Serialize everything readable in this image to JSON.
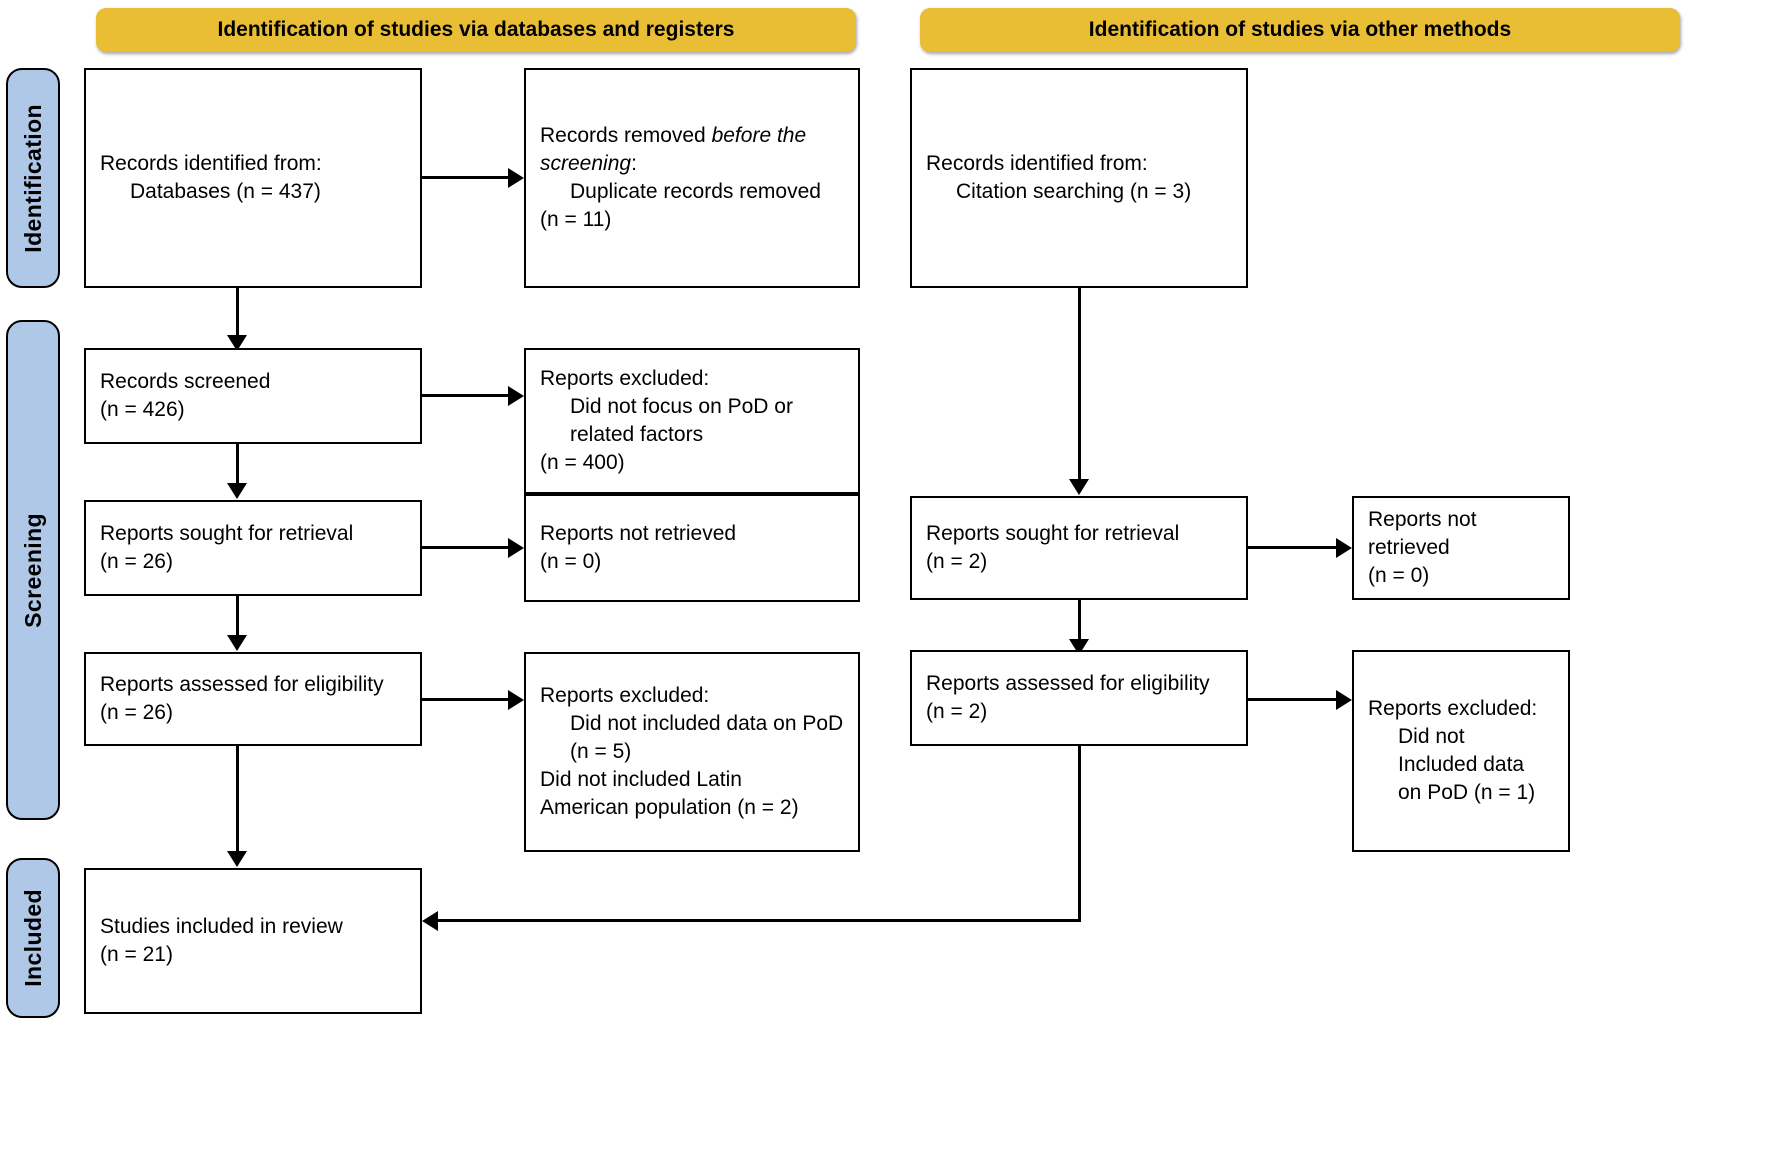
{
  "diagram": {
    "title": "PRISMA 2020 flow diagram",
    "colors": {
      "header_yellow": "#E9BE35",
      "phase_blue": "#AFC8E8",
      "border_black": "#000000",
      "background": "#FFFFFF"
    }
  },
  "phases": [
    {
      "id": "identification",
      "label": "Identification"
    },
    {
      "id": "screening",
      "label": "Screening"
    },
    {
      "id": "included",
      "label": "Included"
    }
  ],
  "section_headers": [
    {
      "id": "databases",
      "label": "Identification of studies via databases and registers"
    },
    {
      "id": "other-methods",
      "label": "Identification of studies via other methods"
    }
  ],
  "boxes": {
    "records_identified_databases": {
      "lines": [
        {
          "text": "Records identified from:",
          "indent": false
        },
        {
          "text": "Databases (n = 437)",
          "indent": true
        }
      ]
    },
    "records_removed_before_screening": {
      "lines": [
        {
          "text": "Records removed ",
          "indent": false,
          "italic_tail": "before the"
        },
        {
          "text": "",
          "indent": false,
          "italic_head": "screening",
          "tail": ":"
        },
        {
          "text": "Duplicate records removed",
          "indent": true
        },
        {
          "text": "(n = 11)",
          "indent": false
        }
      ]
    },
    "records_identified_other": {
      "lines": [
        {
          "text": "Records identified from:",
          "indent": false
        },
        {
          "text": "Citation searching (n = 3)",
          "indent": true
        }
      ]
    },
    "records_screened": {
      "lines": [
        {
          "text": "Records screened",
          "indent": false
        },
        {
          "text": "(n = 426)",
          "indent": false
        }
      ]
    },
    "reports_excluded_screening": {
      "lines": [
        {
          "text": "Reports excluded:",
          "indent": false
        },
        {
          "text": "Did not focus on PoD or",
          "indent": true
        },
        {
          "text": "related factors",
          "indent": true
        },
        {
          "text": "(n = 400)",
          "indent": false
        }
      ]
    },
    "reports_sought_left": {
      "lines": [
        {
          "text": "Reports sought for retrieval",
          "indent": false
        },
        {
          "text": "(n = 26)",
          "indent": false
        }
      ]
    },
    "reports_not_retrieved_left": {
      "lines": [
        {
          "text": "Reports not retrieved",
          "indent": false
        },
        {
          "text": "(n = 0)",
          "indent": false
        }
      ]
    },
    "reports_sought_right": {
      "lines": [
        {
          "text": "Reports sought for retrieval",
          "indent": false
        },
        {
          "text": "(n = 2)",
          "indent": false
        }
      ]
    },
    "reports_not_retrieved_right": {
      "lines": [
        {
          "text": "Reports not",
          "indent": false
        },
        {
          "text": "retrieved",
          "indent": false
        },
        {
          "text": "(n = 0)",
          "indent": false
        }
      ]
    },
    "reports_assessed_left": {
      "lines": [
        {
          "text": "Reports assessed for eligibility",
          "indent": false
        },
        {
          "text": "(n = 26)",
          "indent": false
        }
      ]
    },
    "reports_excluded_left": {
      "lines": [
        {
          "text": "Reports excluded:",
          "indent": false
        },
        {
          "text": "Did not included data on PoD",
          "indent": true
        },
        {
          "text": "(n = 5)",
          "indent": true
        },
        {
          "text": "Did not included Latin",
          "indent": false
        },
        {
          "text": "American population (n = 2)",
          "indent": false
        }
      ]
    },
    "reports_assessed_right": {
      "lines": [
        {
          "text": "Reports assessed for eligibility",
          "indent": false
        },
        {
          "text": "(n = 2)",
          "indent": false
        }
      ]
    },
    "reports_excluded_right": {
      "lines": [
        {
          "text": "Reports excluded:",
          "indent": false
        },
        {
          "text": "Did not",
          "indent": true
        },
        {
          "text": "Included data",
          "indent": true
        },
        {
          "text": "on PoD (n = 1)",
          "indent": true
        }
      ]
    },
    "studies_included": {
      "lines": [
        {
          "text": "Studies included in review",
          "indent": false
        },
        {
          "text": "(n = 21)",
          "indent": false
        }
      ]
    }
  },
  "text": {
    "records_identified_databases_l1": "Records identified from:",
    "records_identified_databases_l2": "Databases (n = 437)",
    "records_removed_l1a": "Records removed ",
    "records_removed_l1b": "before the",
    "records_removed_l2a": "screening",
    "records_removed_l2b": ":",
    "records_removed_l3": "Duplicate records removed",
    "records_removed_l4": "(n = 11)",
    "records_identified_other_l1": "Records identified from:",
    "records_identified_other_l2": "Citation searching (n = 3)",
    "records_screened_l1": "Records screened",
    "records_screened_l2": "(n = 426)",
    "reports_excluded_screening_l1": "Reports excluded:",
    "reports_excluded_screening_l2": "Did not focus on PoD or",
    "reports_excluded_screening_l3": "related factors",
    "reports_excluded_screening_l4": "(n = 400)",
    "reports_sought_left_l1": "Reports sought for retrieval",
    "reports_sought_left_l2": "(n = 26)",
    "reports_not_retrieved_left_l1": "Reports not retrieved",
    "reports_not_retrieved_left_l2": "(n = 0)",
    "reports_sought_right_l1": "Reports sought for retrieval",
    "reports_sought_right_l2": "(n = 2)",
    "reports_not_retrieved_right_l1": "Reports not",
    "reports_not_retrieved_right_l2": "retrieved",
    "reports_not_retrieved_right_l3": "(n = 0)",
    "reports_assessed_left_l1": "Reports assessed for eligibility",
    "reports_assessed_left_l2": "(n = 26)",
    "reports_excluded_left_l1": "Reports excluded:",
    "reports_excluded_left_l2": "Did not included data on PoD",
    "reports_excluded_left_l3": "(n = 5)",
    "reports_excluded_left_l4": "Did not included Latin",
    "reports_excluded_left_l5": "American population (n = 2)",
    "reports_assessed_right_l1": "Reports assessed for eligibility",
    "reports_assessed_right_l2": "(n = 2)",
    "reports_excluded_right_l1": "Reports excluded:",
    "reports_excluded_right_l2": "Did not",
    "reports_excluded_right_l3": "Included data",
    "reports_excluded_right_l4": "on PoD (n = 1)",
    "studies_included_l1": "Studies included in review",
    "studies_included_l2": "(n = 21)",
    "phase_identification": "Identification",
    "phase_screening": "Screening",
    "phase_included": "Included",
    "header_databases": "Identification of studies via databases and registers",
    "header_other": "Identification of studies via other methods"
  }
}
